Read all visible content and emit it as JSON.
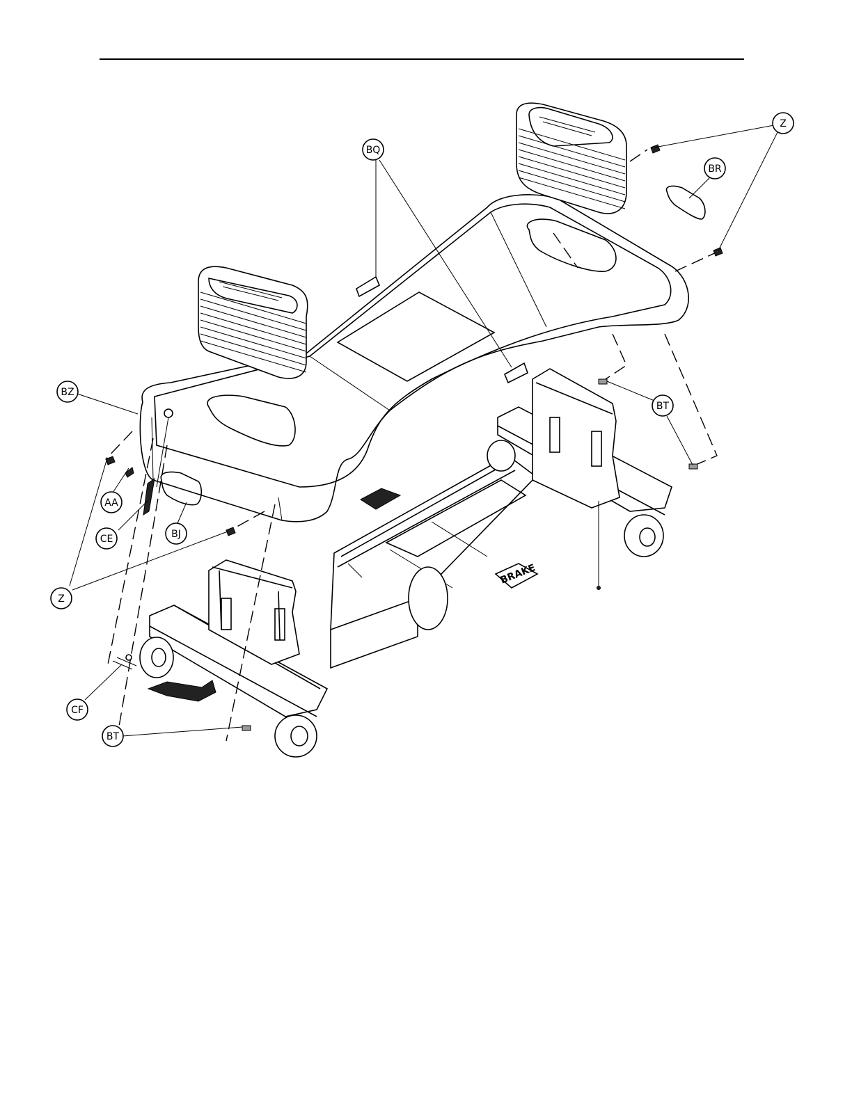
{
  "callouts": [
    {
      "id": "bq",
      "label": "BQ"
    },
    {
      "id": "br",
      "label": "BR"
    },
    {
      "id": "z_top",
      "label": "Z"
    },
    {
      "id": "bz",
      "label": "BZ"
    },
    {
      "id": "bt_right",
      "label": "BT"
    },
    {
      "id": "aa",
      "label": "AA"
    },
    {
      "id": "ce",
      "label": "CE"
    },
    {
      "id": "bj",
      "label": "BJ"
    },
    {
      "id": "z_left",
      "label": "Z"
    },
    {
      "id": "cf",
      "label": "CF"
    },
    {
      "id": "bt_bottom",
      "label": "BT"
    }
  ],
  "pedal_label": "BRAKE"
}
